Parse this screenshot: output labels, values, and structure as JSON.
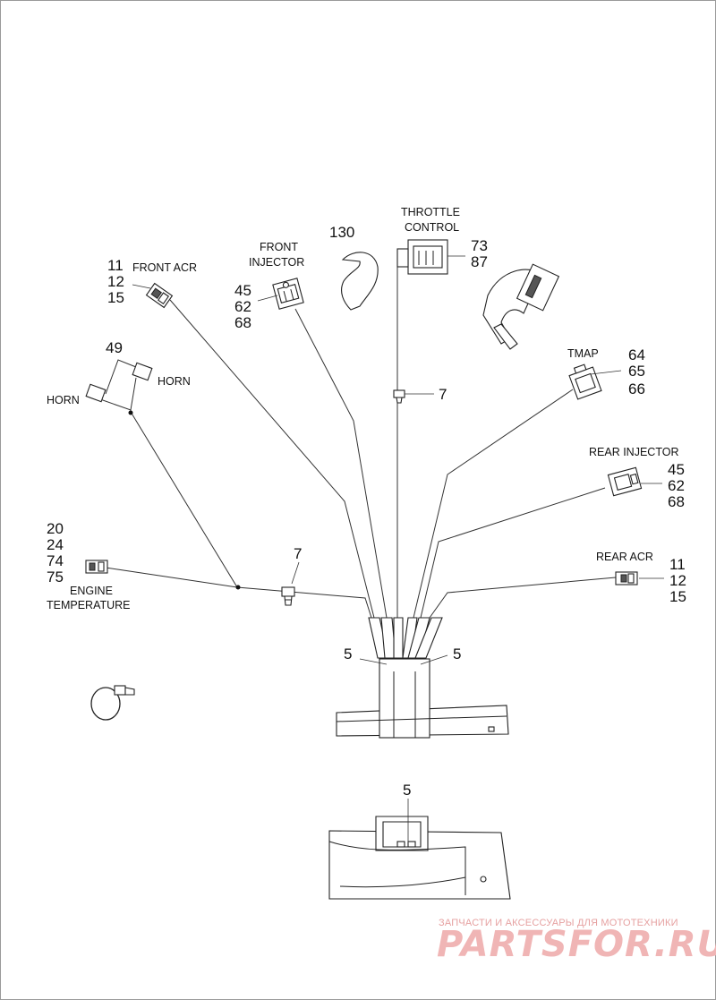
{
  "labels": {
    "front_acr": "FRONT ACR",
    "front_acr_nums": [
      "11",
      "12",
      "15"
    ],
    "front_injector": [
      "FRONT",
      "INJECTOR"
    ],
    "front_injector_nums": [
      "45",
      "62",
      "68"
    ],
    "part_130": "130",
    "throttle_control": [
      "THROTTLE",
      "CONTROL"
    ],
    "throttle_nums": [
      "73",
      "87"
    ],
    "part_49": "49",
    "horn_left": "HORN",
    "horn_right": "HORN",
    "clip_7_top": "7",
    "tmap": "TMAP",
    "tmap_nums": [
      "64",
      "65",
      "66"
    ],
    "rear_injector": "REAR INJECTOR",
    "rear_injector_nums": [
      "45",
      "62",
      "68"
    ],
    "engine_temp_nums": [
      "20",
      "24",
      "74",
      "75"
    ],
    "engine_temperature": [
      "ENGINE",
      "TEMPERATURE"
    ],
    "clip_7_mid": "7",
    "rear_acr": "REAR ACR",
    "rear_acr_nums": [
      "11",
      "12",
      "15"
    ],
    "tie_5_left": "5",
    "tie_5_right": "5",
    "tie_5_bottom": "5"
  },
  "watermark": {
    "caption": "ЗАПЧАСТИ И АКСЕССУАРЫ ДЛЯ МОТОТЕХНИКИ",
    "brand": "PARTSFOR.RU"
  }
}
